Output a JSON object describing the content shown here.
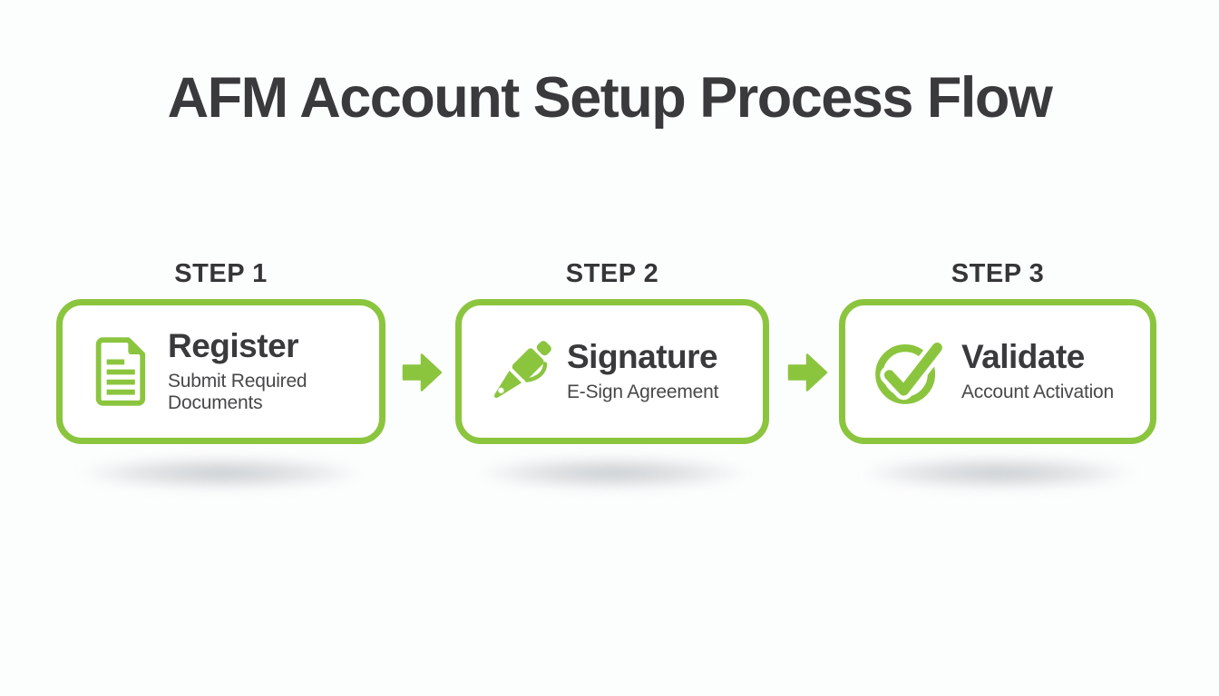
{
  "title": "AFM Account Setup Process Flow",
  "colors": {
    "accent_green": "#8bc53e",
    "heading_text": "#3a3a3c",
    "subtitle_text": "#48484a",
    "background": "#fcfdfd"
  },
  "steps": [
    {
      "label": "STEP 1",
      "title": "Register",
      "subtitle": "Submit Required Documents",
      "icon": "document-icon"
    },
    {
      "label": "STEP 2",
      "title": "Signature",
      "subtitle": "E-Sign Agreement",
      "icon": "pen-icon"
    },
    {
      "label": "STEP 3",
      "title": "Validate",
      "subtitle": "Account Activation",
      "icon": "check-circle-icon"
    }
  ],
  "connectors": [
    {
      "icon": "arrow-right-icon"
    },
    {
      "icon": "arrow-right-icon"
    }
  ]
}
